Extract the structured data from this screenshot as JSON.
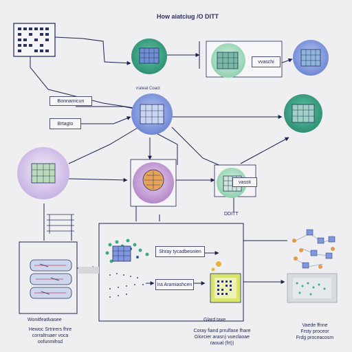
{
  "title": "How aiatciug /O DITT",
  "labels": {
    "top_right_tag": "vvaschi",
    "mid_label": "rrateat Coact",
    "left_tag_upper": "Bonnamicun",
    "left_tag_lower": "Brtagto",
    "right_mid_tag": "vassti",
    "ditt_label": "DDITT",
    "center_tag_upper": "Shray tycadbesnien",
    "center_tag_lower": "Ira Aramiashcen",
    "bottom_left_caption": "Wonitfeatlvasee",
    "center_bottom_caption": "Glard taxe",
    "footer_left": "Hewoc Srtrirers fhre\ncorraltruaer voca\noofunmihsd",
    "footer_center": "Coray fiand prrulfase fhare\nGlorcier arasn) vueclaoae\nraoual (frt))",
    "footer_right": "Vaede ffnne\nFrsty proceor\nFrdg proceacosm"
  },
  "colors": {
    "line": "#1c2250",
    "green_node": "#3daa84",
    "blue_node": "#7f97dd",
    "purple_node": "#c8a3d8",
    "mint_node": "#9fd8b8",
    "accent_yellow": "#d9e56a"
  },
  "icons": [
    "grid-chip-icon",
    "network-cluster-icon",
    "stack-layers-icon",
    "dotted-cluster-icon",
    "server-panel-icon"
  ]
}
